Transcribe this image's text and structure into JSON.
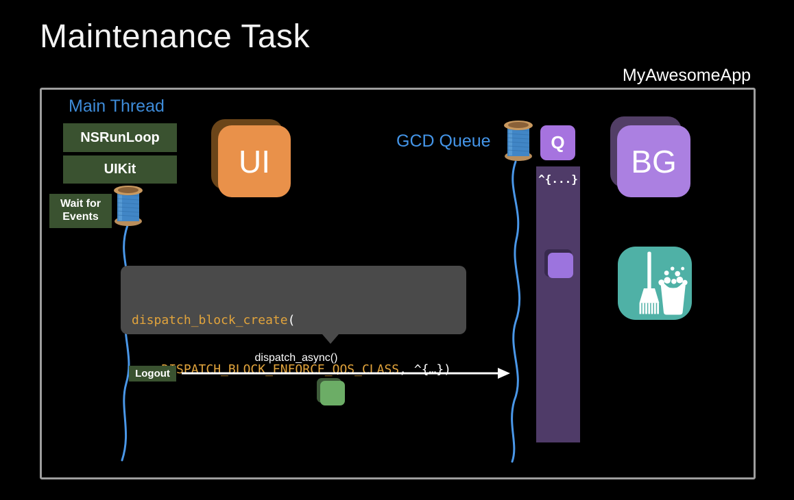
{
  "slide": {
    "title": "Maintenance Task",
    "app_name": "MyAwesomeApp"
  },
  "main_thread": {
    "heading": "Main Thread",
    "frameworks": [
      "NSRunLoop",
      "UIKit"
    ],
    "wait_label": [
      "Wait for",
      "Events"
    ],
    "logout_label": "Logout"
  },
  "gcd_queue": {
    "heading": "GCD Queue",
    "badge": "Q",
    "block_token": "^{...}"
  },
  "app_icons": {
    "ui": "UI",
    "bg": "BG"
  },
  "code_tooltip": {
    "line1": {
      "keyword": "dispatch_block_create",
      "punct": "("
    },
    "line2": {
      "indent": "    ",
      "constant": "DISPATCH_BLOCK_ENFORCE_QOS_CLASS",
      "rest": ", ^{…})"
    }
  },
  "dispatch_arrow": {
    "label": "dispatch_async()"
  },
  "colors": {
    "accent_blue": "#4495e8",
    "heading_blue": "#3e8bd8",
    "dark_green_box": "#3a5230",
    "ui_orange": "#e9914a",
    "ui_orange_shadow": "#6b4519",
    "bg_purple": "#ab80e1",
    "bg_purple_shadow": "#523e66",
    "queue_purple": "#4f3b68",
    "queue_badge_purple": "#a673df",
    "queue_item_purple": "#9c74de",
    "teal_icon": "#4fb1a6",
    "tooltip_gray": "#4a4a4a",
    "code_orange": "#e2a43c",
    "task_green": "#6cad66",
    "frame_border": "#9e9e9e",
    "thread_blue": "#4a97e8"
  }
}
